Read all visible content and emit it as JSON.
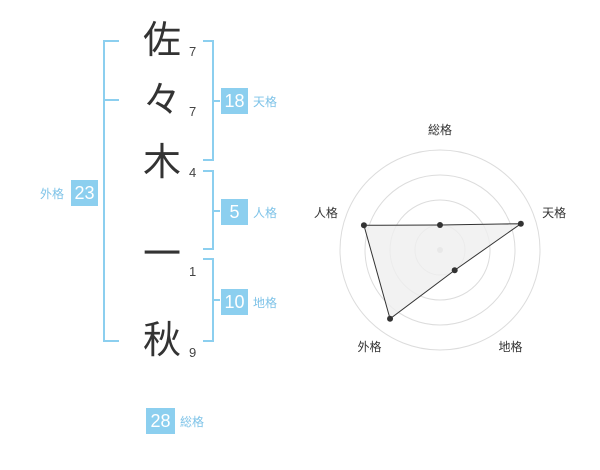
{
  "name": {
    "chars": [
      {
        "char": "佐",
        "strokes": "7"
      },
      {
        "char": "々",
        "strokes": "7"
      },
      {
        "char": "木",
        "strokes": "4"
      },
      {
        "char": "一",
        "strokes": "1"
      },
      {
        "char": "秋",
        "strokes": "9"
      }
    ]
  },
  "kakusuu": {
    "tenkaku": {
      "value": "18",
      "label": "天格"
    },
    "jinkaku": {
      "value": "5",
      "label": "人格"
    },
    "chikaku": {
      "value": "10",
      "label": "地格"
    },
    "gaikaku": {
      "value": "23",
      "label": "外格"
    },
    "soukaku": {
      "value": "28",
      "label": "総格"
    }
  },
  "colors": {
    "accent": "#8ccfef",
    "label_text": "#7ec3e8",
    "radar_fill": "#efefef",
    "radar_line": "#333333"
  },
  "chart_data": {
    "type": "radar",
    "axes": [
      "総格",
      "天格",
      "地格",
      "外格",
      "人格"
    ],
    "values": [
      0.25,
      0.85,
      0.25,
      0.85,
      0.8
    ],
    "range": [
      0,
      1
    ],
    "rings": 4
  }
}
